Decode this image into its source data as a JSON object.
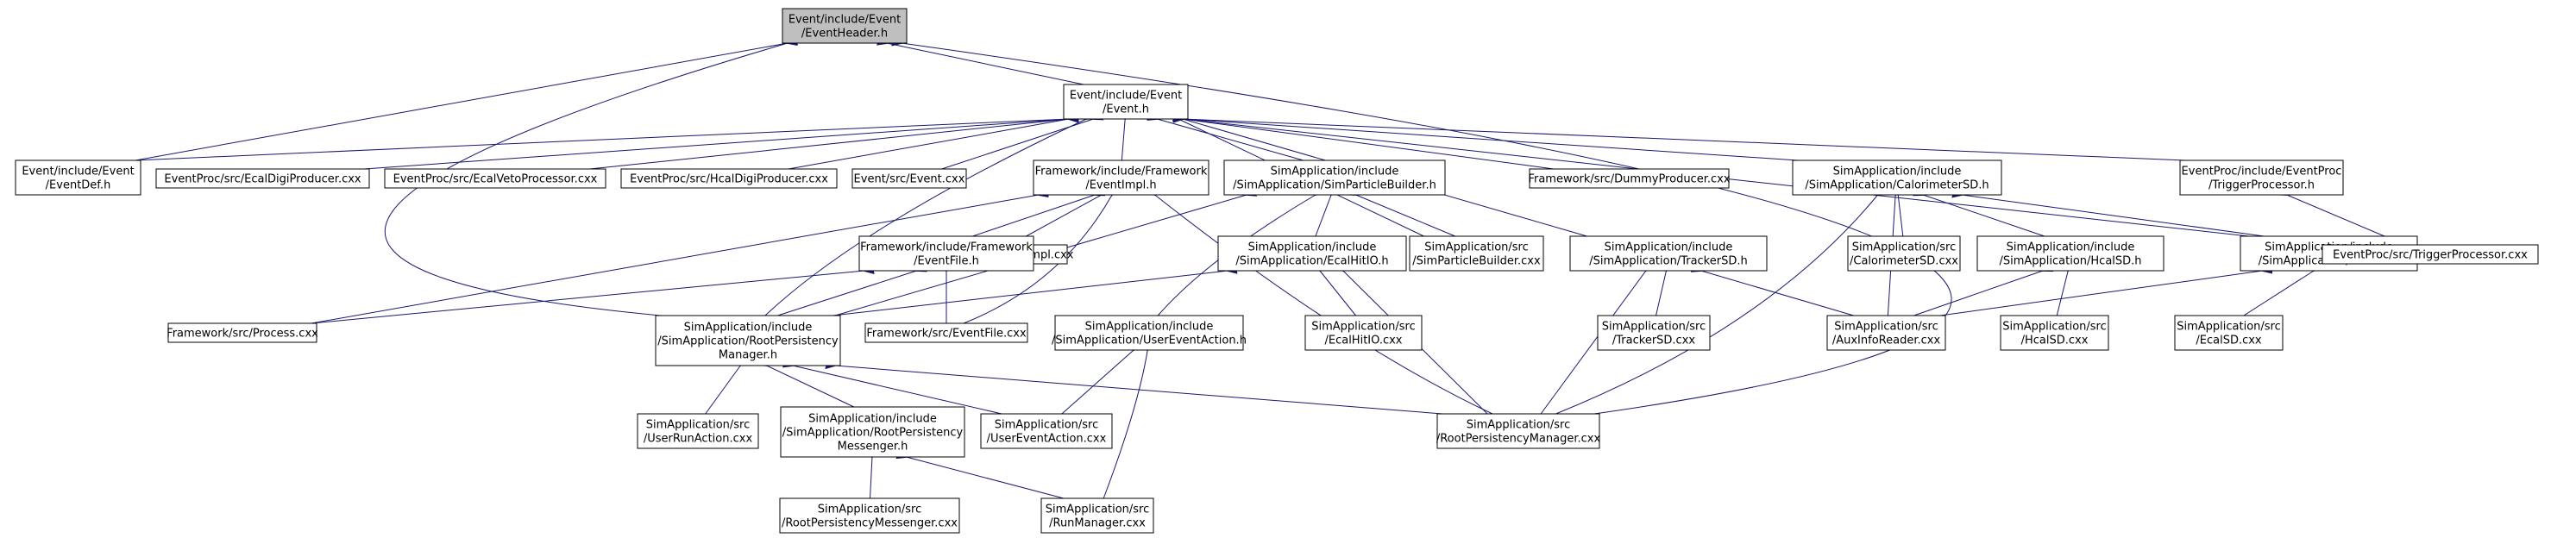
{
  "colors": {
    "edge": "#191970",
    "root_fill": "#bfbfbf",
    "node_fill": "#ffffff",
    "border": "#000000"
  },
  "nodes": {
    "event_header_h": {
      "lines": [
        "Event/include/Event",
        "/EventHeader.h"
      ],
      "root": true
    },
    "event_h": {
      "lines": [
        "Event/include/Event",
        "/Event.h"
      ]
    },
    "eventdef_h": {
      "lines": [
        "Event/include/Event",
        "/EventDef.h"
      ]
    },
    "ecaldigi_cxx": {
      "lines": [
        "EventProc/src/EcalDigiProducer.cxx"
      ]
    },
    "ecalveto_cxx": {
      "lines": [
        "EventProc/src/EcalVetoProcessor.cxx"
      ]
    },
    "hcaldigi_cxx": {
      "lines": [
        "EventProc/src/HcalDigiProducer.cxx"
      ]
    },
    "event_cxx": {
      "lines": [
        "Event/src/Event.cxx"
      ]
    },
    "eventimpl_h": {
      "lines": [
        "Framework/include/Framework",
        "/EventImpl.h"
      ]
    },
    "simparticlebuilder_h": {
      "lines": [
        "SimApplication/include",
        "/SimApplication/SimParticleBuilder.h"
      ]
    },
    "dummyproducer_cxx": {
      "lines": [
        "Framework/src/DummyProducer.cxx"
      ]
    },
    "calorimetersd_h": {
      "lines": [
        "SimApplication/include",
        "/SimApplication/CalorimeterSD.h"
      ]
    },
    "triggerproc_h": {
      "lines": [
        "EventProc/include/EventProc",
        "/TriggerProcessor.h"
      ]
    },
    "eventimpl_cxx": {
      "lines": [
        "Framework/src/EventImpl.cxx"
      ]
    },
    "eventfile_h": {
      "lines": [
        "Framework/include/Framework",
        "/EventFile.h"
      ]
    },
    "ecalhitio_h": {
      "lines": [
        "SimApplication/include",
        "/SimApplication/EcalHitIO.h"
      ]
    },
    "simparticlebuilder_cxx": {
      "lines": [
        "SimApplication/src",
        "/SimParticleBuilder.cxx"
      ]
    },
    "trackersd_h": {
      "lines": [
        "SimApplication/include",
        "/SimApplication/TrackerSD.h"
      ]
    },
    "calorimetersd_cxx": {
      "lines": [
        "SimApplication/src",
        "/CalorimeterSD.cxx"
      ]
    },
    "hcalsd_h": {
      "lines": [
        "SimApplication/include",
        "/SimApplication/HcalSD.h"
      ]
    },
    "ecalsd_h": {
      "lines": [
        "SimApplication/include",
        "/SimApplication/EcalSD.h"
      ]
    },
    "triggerproc_cxx": {
      "lines": [
        "EventProc/src/TriggerProcessor.cxx"
      ]
    },
    "process_cxx": {
      "lines": [
        "Framework/src/Process.cxx"
      ]
    },
    "rootpersistmgr_h": {
      "lines": [
        "SimApplication/include",
        "/SimApplication/RootPersistency",
        "Manager.h"
      ]
    },
    "eventfile_cxx": {
      "lines": [
        "Framework/src/EventFile.cxx"
      ]
    },
    "usereventaction_h": {
      "lines": [
        "SimApplication/include",
        "/SimApplication/UserEventAction.h"
      ]
    },
    "ecalhitio_cxx": {
      "lines": [
        "SimApplication/src",
        "/EcalHitIO.cxx"
      ]
    },
    "trackersd_cxx": {
      "lines": [
        "SimApplication/src",
        "/TrackerSD.cxx"
      ]
    },
    "auxinforeader_cxx": {
      "lines": [
        "SimApplication/src",
        "/AuxInfoReader.cxx"
      ]
    },
    "hcalsd_cxx": {
      "lines": [
        "SimApplication/src",
        "/HcalSD.cxx"
      ]
    },
    "ecalsd_cxx": {
      "lines": [
        "SimApplication/src",
        "/EcalSD.cxx"
      ]
    },
    "userrunaction_cxx": {
      "lines": [
        "SimApplication/src",
        "/UserRunAction.cxx"
      ]
    },
    "rootpersistmessenger_h": {
      "lines": [
        "SimApplication/include",
        "/SimApplication/RootPersistency",
        "Messenger.h"
      ]
    },
    "usereventaction_cxx": {
      "lines": [
        "SimApplication/src",
        "/UserEventAction.cxx"
      ]
    },
    "rootpersistmgr_cxx": {
      "lines": [
        "SimApplication/src",
        "/RootPersistencyManager.cxx"
      ]
    },
    "rootpersistmessenger_cxx": {
      "lines": [
        "SimApplication/src",
        "/RootPersistencyMessenger.cxx"
      ]
    },
    "runmanager_cxx": {
      "lines": [
        "SimApplication/src",
        "/RunManager.cxx"
      ]
    }
  }
}
